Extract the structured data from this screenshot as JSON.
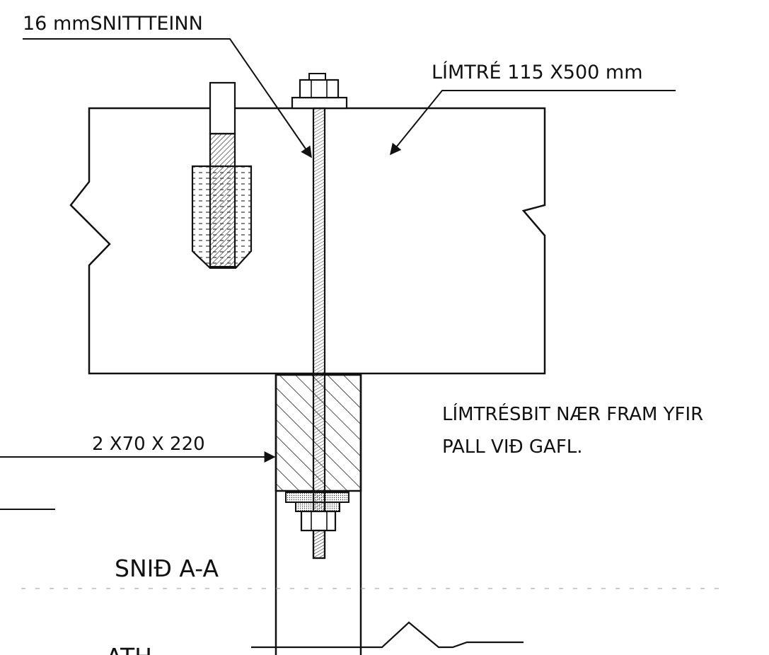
{
  "labels": {
    "bolt": "16 mmSNITTTEINN",
    "glulam": "LÍMTRÉ 115 X500 mm",
    "spacer": "2 X70 X 220",
    "note_line1": "LÍMTRÉSBIT NÆR FRAM YFIR",
    "note_line2": "PALL VIÐ GAFL.",
    "section": "SNIÐ A-A",
    "partial": "ATH"
  },
  "colors": {
    "ink": "#111111",
    "paper": "#ffffff",
    "hatch": "#333333"
  }
}
